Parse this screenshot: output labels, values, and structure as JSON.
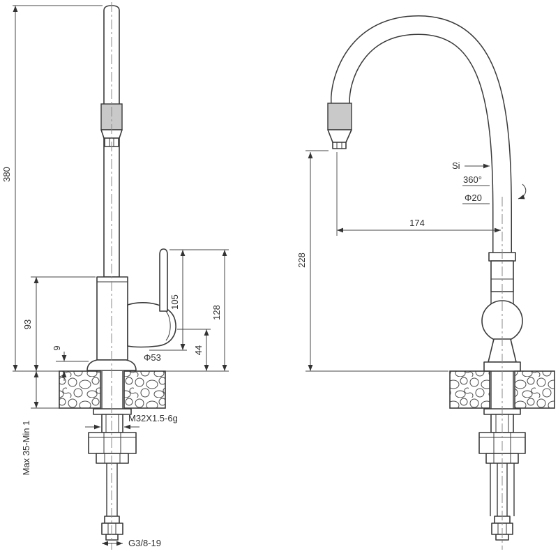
{
  "front_view": {
    "total_height": "380",
    "body_height": "93",
    "base_collar_height": "9",
    "lever_to_outlet": "105",
    "lever_height": "128",
    "outlet_height": "44",
    "base_diameter": "Φ53",
    "deck_thickness": "Max 35-Min 1",
    "mount_thread": "M32X1.5-6g",
    "hose_thread": "G3/8-19"
  },
  "side_view": {
    "surface_label": "Si",
    "swivel_angle": "360°",
    "spout_diameter": "Φ20",
    "spout_reach": "174",
    "outlet_height": "228"
  }
}
